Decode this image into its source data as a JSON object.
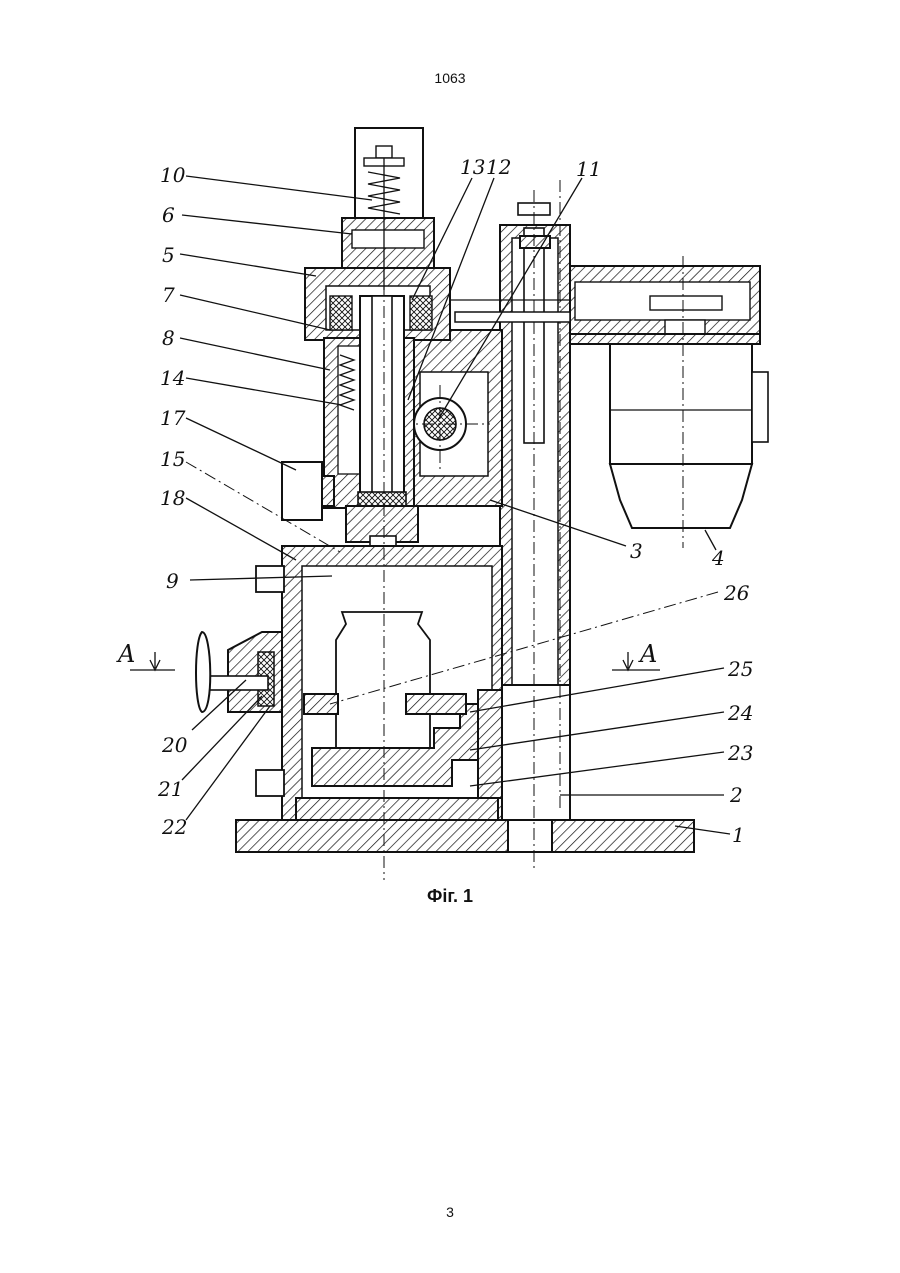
{
  "header": {
    "doc_number": "1063"
  },
  "figure": {
    "caption": "Фіг. 1",
    "labels": {
      "l10": "10",
      "l6": "6",
      "l5": "5",
      "l7": "7",
      "l8": "8",
      "l14": "14",
      "l17": "17",
      "l15": "15",
      "l18": "18",
      "l9": "9",
      "lA_left": "A",
      "l20": "20",
      "l21": "21",
      "l22": "22",
      "l13": "13",
      "l12": "12",
      "l11": "11",
      "l3": "3",
      "l4": "4",
      "l26": "26",
      "lA_right": "A",
      "l25": "25",
      "l24": "24",
      "l23": "23",
      "l2": "2",
      "l1": "1"
    }
  },
  "footer": {
    "page_number": "3"
  }
}
